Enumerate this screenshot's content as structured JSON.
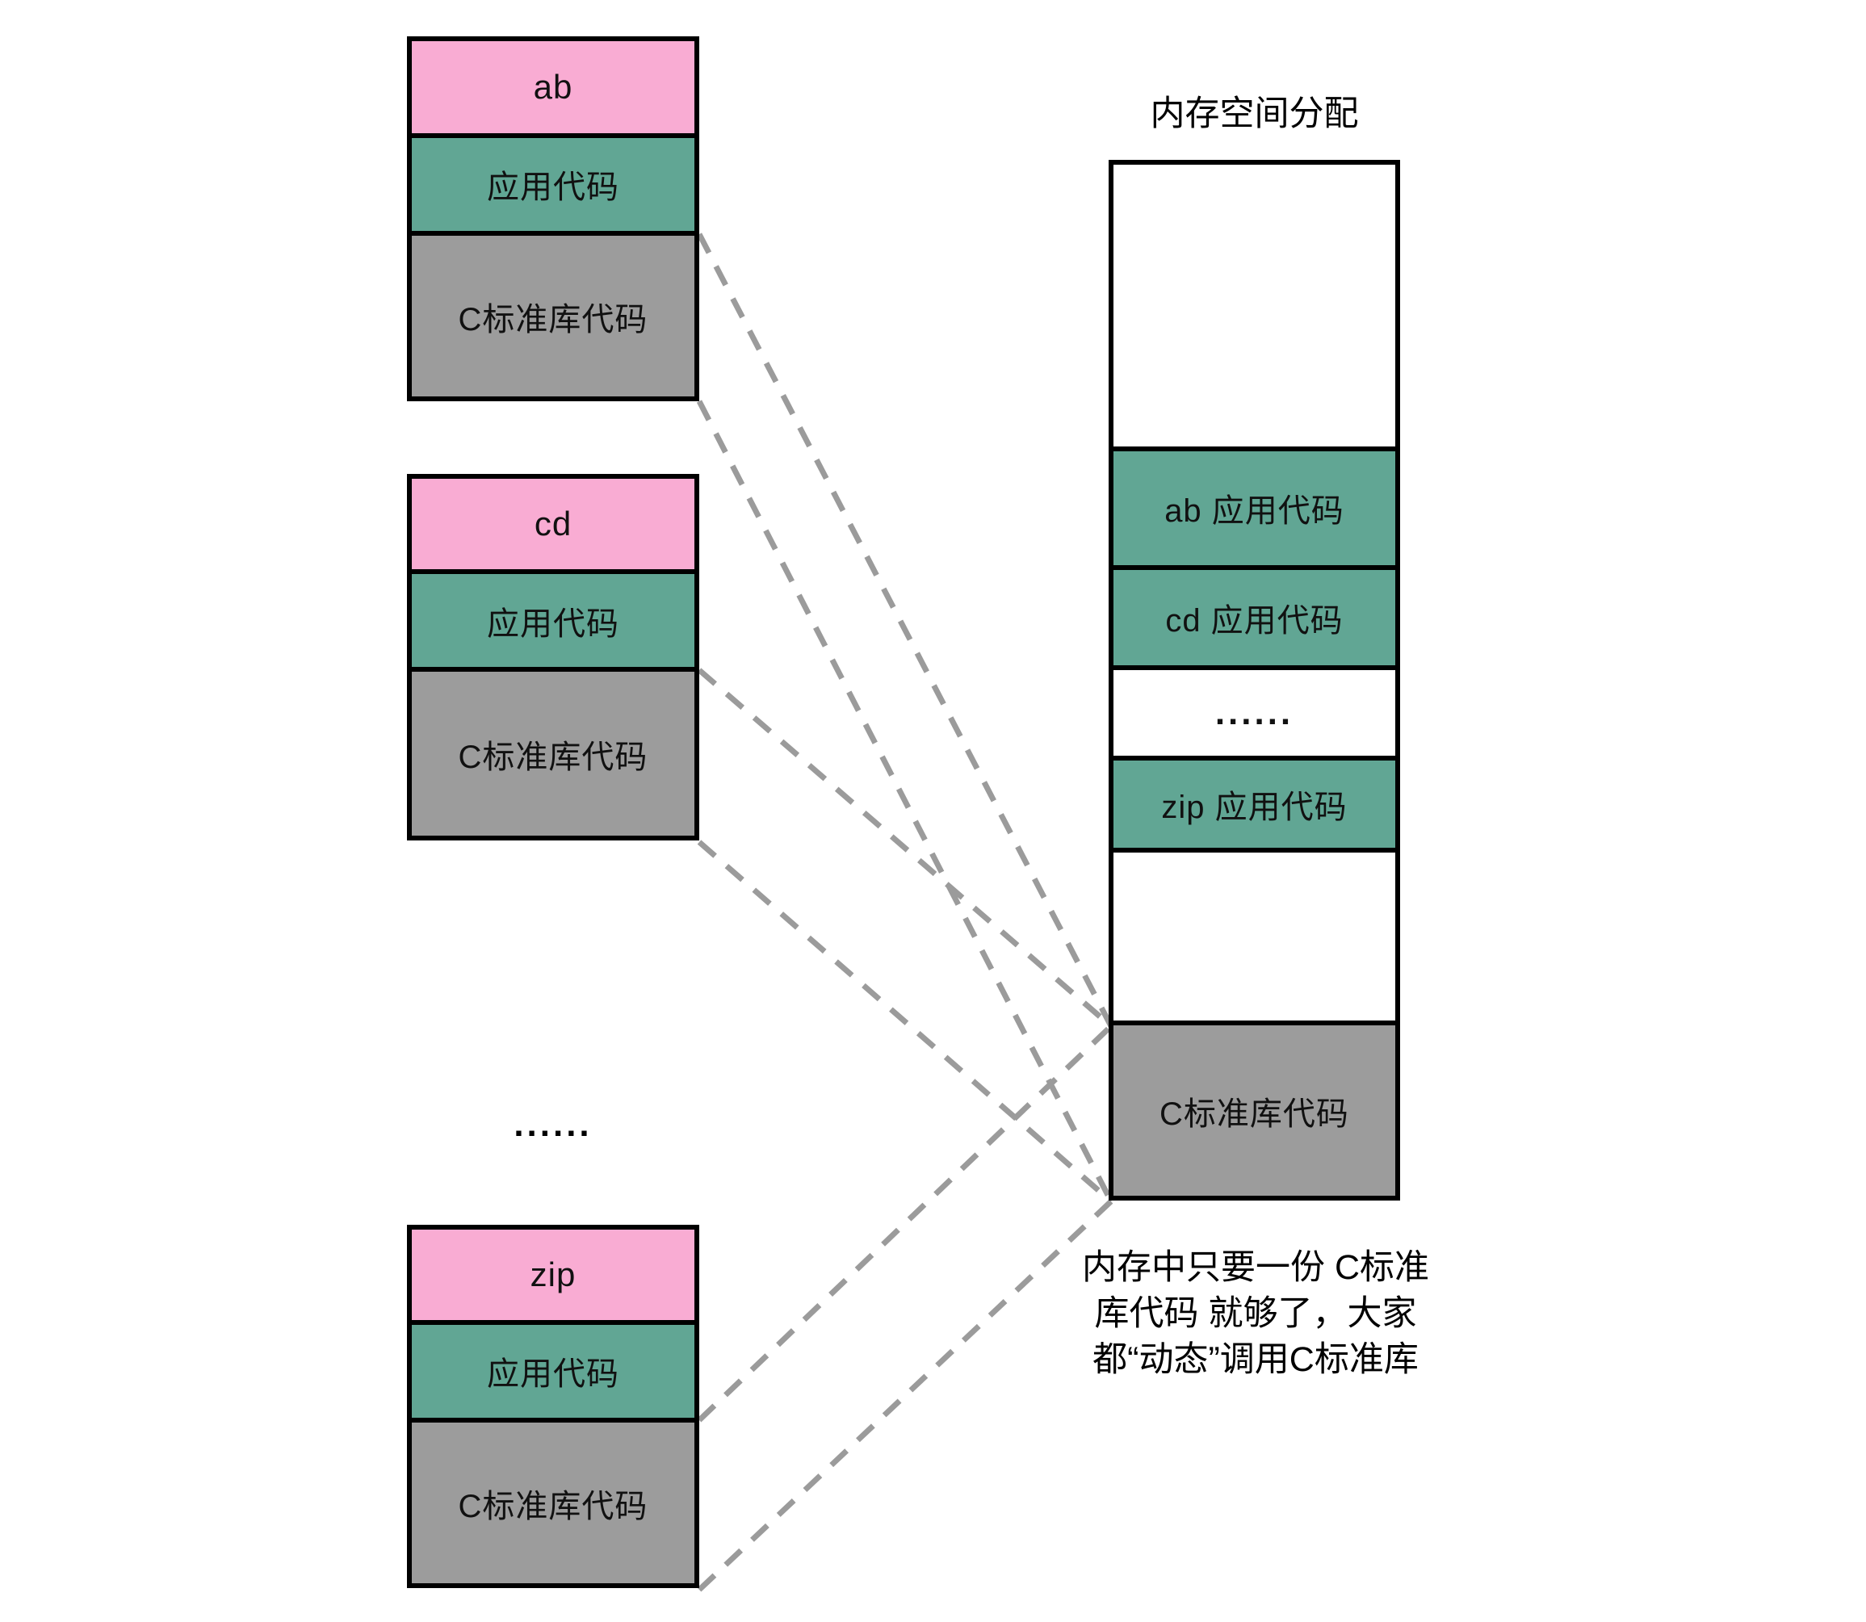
{
  "title": "内存空间分配",
  "programs": [
    {
      "name": "ab",
      "app": "应用代码",
      "lib": "C标准库代码"
    },
    {
      "name": "cd",
      "app": "应用代码",
      "lib": "C标准库代码"
    },
    {
      "name": "zip",
      "app": "应用代码",
      "lib": "C标准库代码"
    }
  ],
  "left_ellipsis": "......",
  "memory": {
    "sections": {
      "ab": "ab 应用代码",
      "cd": "cd 应用代码",
      "ellipsis": "......",
      "zip": "zip 应用代码",
      "clib": "C标准库代码"
    }
  },
  "annotation": "内存中只要一份 C标准\n库代码 就够了，大家\n都“动态”调用C标准库",
  "colors": {
    "pink": "#f9acd3",
    "teal": "#61a694",
    "gray": "#9c9c9c",
    "line": "#9b9b9b",
    "border": "#000000"
  }
}
